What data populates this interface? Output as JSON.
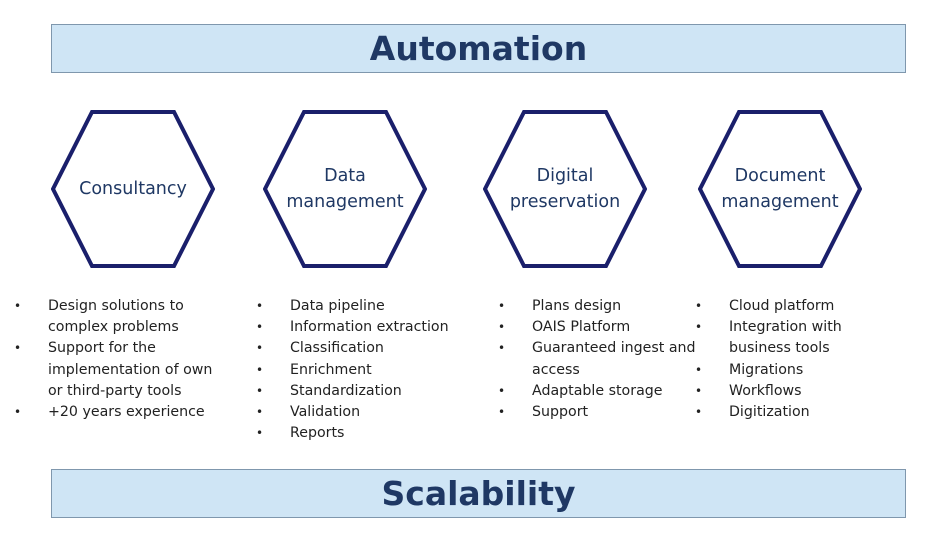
{
  "top_banner": "Automation",
  "bottom_banner": "Scalability",
  "colors": {
    "hex_stroke": "#1a1f6b",
    "banner_fill": "#cfe5f5",
    "title_text": "#1f3864"
  },
  "pillars": [
    {
      "label": "Consultancy",
      "items": [
        "Design solutions to complex problems",
        "Support for the implementation of own or third-party tools",
        "+20 years experience"
      ]
    },
    {
      "label": "Data\nmanagement",
      "items": [
        "Data pipeline",
        "Information extraction",
        "Classification",
        "Enrichment",
        "Standardization",
        "Validation",
        "Reports"
      ]
    },
    {
      "label": "Digital\npreservation",
      "items": [
        "Plans design",
        "OAIS Platform",
        "Guaranteed ingest and access",
        "Adaptable storage",
        "Support"
      ]
    },
    {
      "label": "Document\nmanagement",
      "items": [
        "Cloud platform",
        "Integration with business tools",
        "Migrations",
        "Workflows",
        "Digitization"
      ]
    }
  ]
}
